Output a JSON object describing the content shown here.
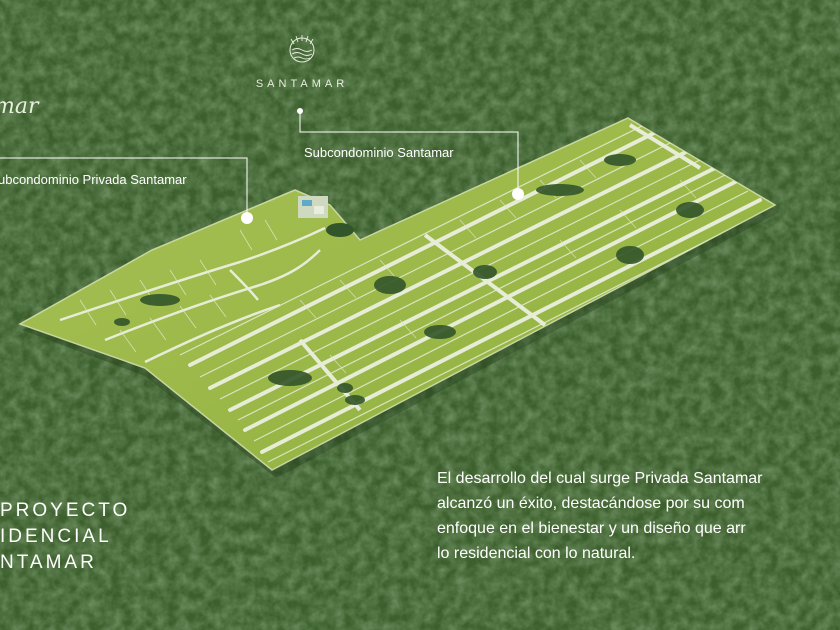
{
  "brand": {
    "name": "SANTAMAR",
    "logo_icon": "sun-waves-logo-icon",
    "script_fragment": "mar"
  },
  "labels": {
    "subcondominio_santamar": "Subcondominio Santamar",
    "subcondominio_privada": "ubcondominio Privada Santamar"
  },
  "project_title": {
    "line1": "PROYECTO",
    "line2": "IDENCIAL",
    "line3": "NTAMAR"
  },
  "description": {
    "lines": [
      "El desarrollo del cual surge Privada Santamar",
      "alcanzó un éxito, destacándose por su com",
      "enfoque en el bienestar y un diseño que arr",
      "lo residencial con lo natural."
    ]
  },
  "colors": {
    "forest_dark": "#2f4d24",
    "forest_mid": "#3e6330",
    "lot_green": "#9cb847",
    "road": "#e4ead2",
    "text": "#ffffff"
  }
}
